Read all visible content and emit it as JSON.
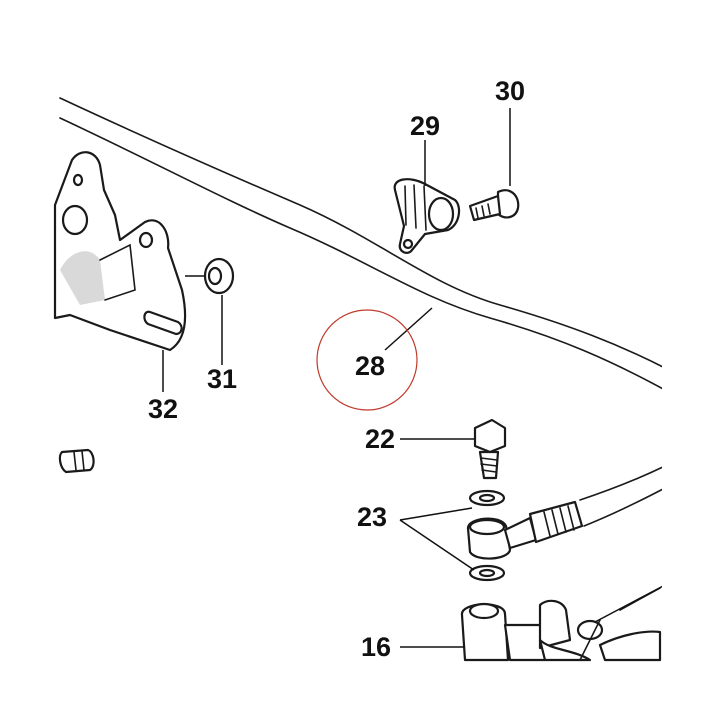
{
  "diagram": {
    "callouts": {
      "c30": "30",
      "c29": "29",
      "c31": "31",
      "c32": "32",
      "c28": "28",
      "c22": "22",
      "c23": "23",
      "c16": "16"
    },
    "highlight_color": "#c0392b"
  }
}
